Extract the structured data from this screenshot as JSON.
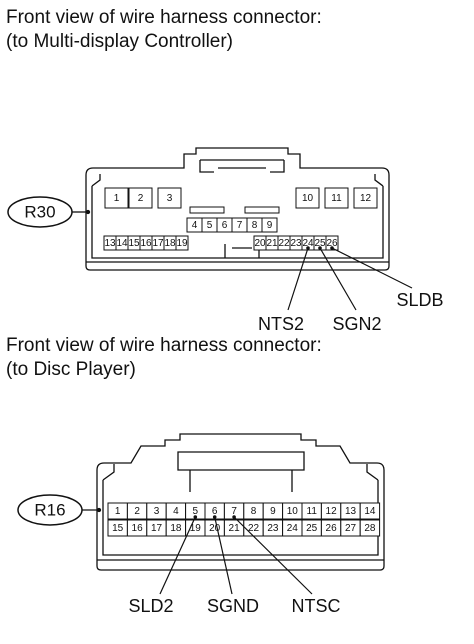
{
  "connector_r30": {
    "caption_line1": "Front view of wire harness connector:",
    "caption_line2": "(to Multi-display Controller)",
    "id": "R30",
    "pins": [
      "1",
      "2",
      "3",
      "4",
      "5",
      "6",
      "7",
      "8",
      "9",
      "10",
      "11",
      "12",
      "13",
      "14",
      "15",
      "16",
      "17",
      "18",
      "19",
      "20",
      "21",
      "22",
      "23",
      "24",
      "25",
      "26"
    ],
    "signals": [
      {
        "label": "NTS2",
        "pin": "24"
      },
      {
        "label": "SGN2",
        "pin": "25"
      },
      {
        "label": "SLDB",
        "pin": "26"
      }
    ]
  },
  "connector_r16": {
    "caption_line1": "Front view of wire harness connector:",
    "caption_line2": "(to Disc Player)",
    "id": "R16",
    "pins": [
      "1",
      "2",
      "3",
      "4",
      "5",
      "6",
      "7",
      "8",
      "9",
      "10",
      "11",
      "12",
      "13",
      "14",
      "15",
      "16",
      "17",
      "18",
      "19",
      "20",
      "21",
      "22",
      "23",
      "24",
      "25",
      "26",
      "27",
      "28"
    ],
    "signals": [
      {
        "label": "SLD2",
        "pin": "5"
      },
      {
        "label": "SGND",
        "pin": "6"
      },
      {
        "label": "NTSC",
        "pin": "7"
      }
    ]
  }
}
